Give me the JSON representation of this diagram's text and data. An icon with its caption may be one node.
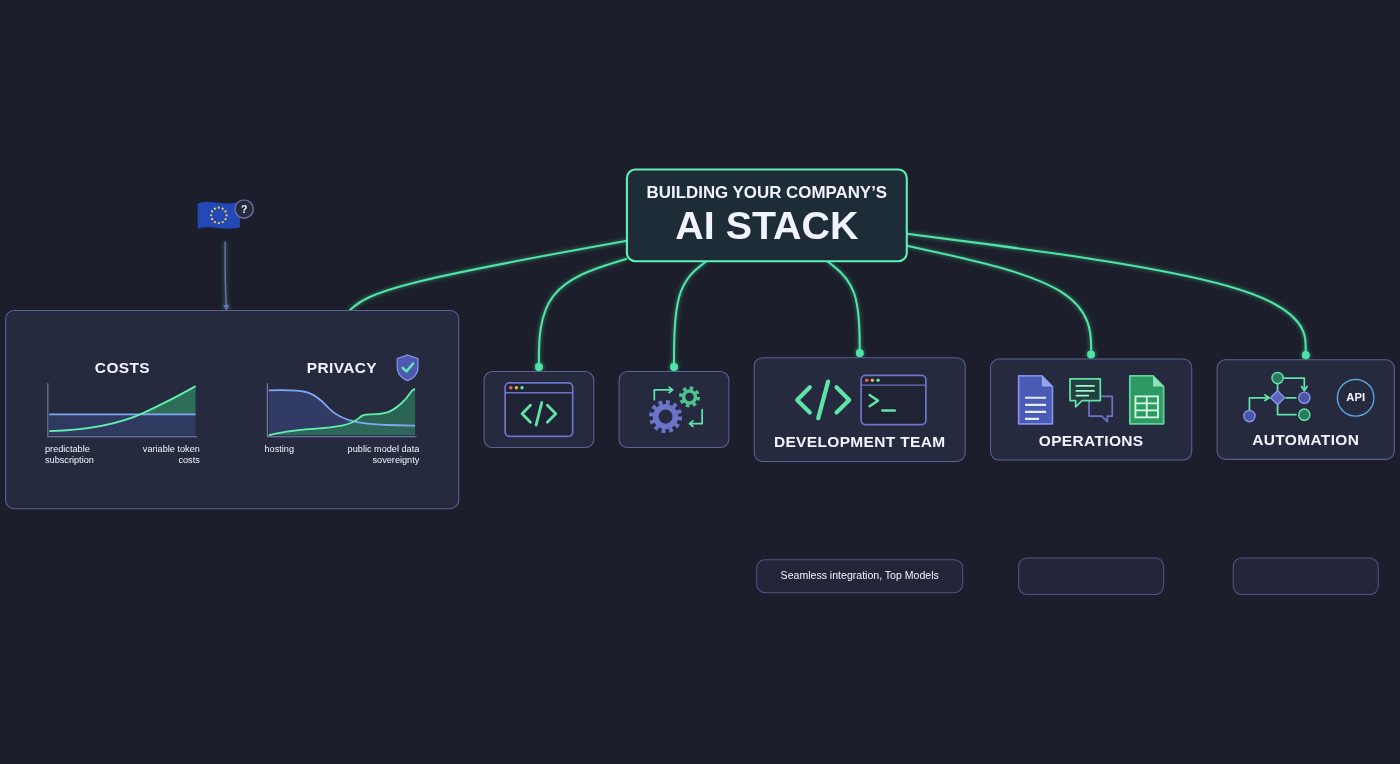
{
  "diagram": {
    "nodes": [
      {
        "text": [],
        "shape": "box"
      },
      {
        "text": [
          "COSTS",
          "predictable subscription",
          "variable token costs"
        ],
        "in": 0
      },
      {
        "text": [
          "PRIVACY",
          "hosting",
          "public model data sovereignty"
        ],
        "in": 0
      },
      {
        "text": [
          "?"
        ]
      },
      {
        "text": [],
        "shape": "box"
      },
      {
        "text": [
          "BUILDING YOUR COMPANY’S",
          "AI STACK"
        ]
      },
      {
        "text": [],
        "shape": "box"
      },
      {
        "text": [
          "DEVELOPMENT TEAM"
        ]
      },
      {
        "text": [
          "OPERATIONS"
        ]
      },
      {
        "text": [
          "API",
          "AUTOMATION"
        ]
      },
      {
        "text": [
          "Seamless integration, Top Models"
        ]
      },
      {
        "text": [],
        "shape": "box"
      },
      {
        "text": [],
        "shape": "box"
      }
    ],
    "edges": [
      {
        "from": 5,
        "to": 4,
        "arrow": "other"
      },
      {
        "from": 5,
        "to": 7,
        "arrow": "other"
      },
      {
        "from": 5,
        "to": 0,
        "arrow": "none"
      },
      {
        "from": 5,
        "to": 8,
        "arrow": "other"
      },
      {
        "from": 5,
        "to": 9,
        "arrow": "other"
      },
      {
        "from": 5,
        "to": 6,
        "arrow": "other"
      },
      {
        "from": 3,
        "to": 0,
        "arrow": "to",
        "color": "#6d70b0"
      }
    ]
  }
}
